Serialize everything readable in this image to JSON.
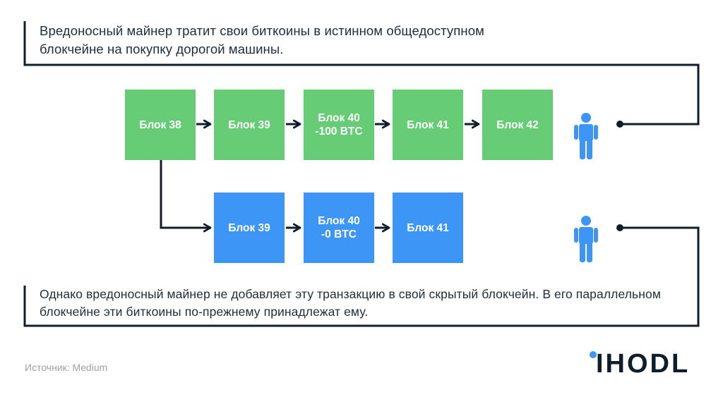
{
  "captions": {
    "top": "Вредоносный майнер тратит свои биткоины в истинном общедоступном блокчейне на покупку дорогой машины.",
    "bottom": "Однако вредоносный майнер не добавляет эту транзакцию в свой скрытый блокчейн. В его параллельном блокчейне эти биткоины по-прежнему принадлежат ему."
  },
  "public_chain": {
    "blocks": [
      "Блок 38",
      "Блок 39",
      "Блок 40\n-100 BTC",
      "Блок 41",
      "Блок 42"
    ],
    "color": "#66cc76"
  },
  "hidden_chain": {
    "blocks": [
      "Блок 39",
      "Блок 40\n-0 BTC",
      "Блок 41"
    ],
    "color": "#3d96f5"
  },
  "icons": {
    "person": "person-icon",
    "arrow": "arrow-right-icon"
  },
  "colors": {
    "line": "#0f1e2c",
    "person": "#3d96f5",
    "caption_text": "#1f2d3a",
    "source_text": "#9aa1a8"
  },
  "source": "Источник: Medium",
  "logo": {
    "text": "IHODL",
    "dot_color": "#3d96f5",
    "text_color": "#0f1e2c"
  }
}
